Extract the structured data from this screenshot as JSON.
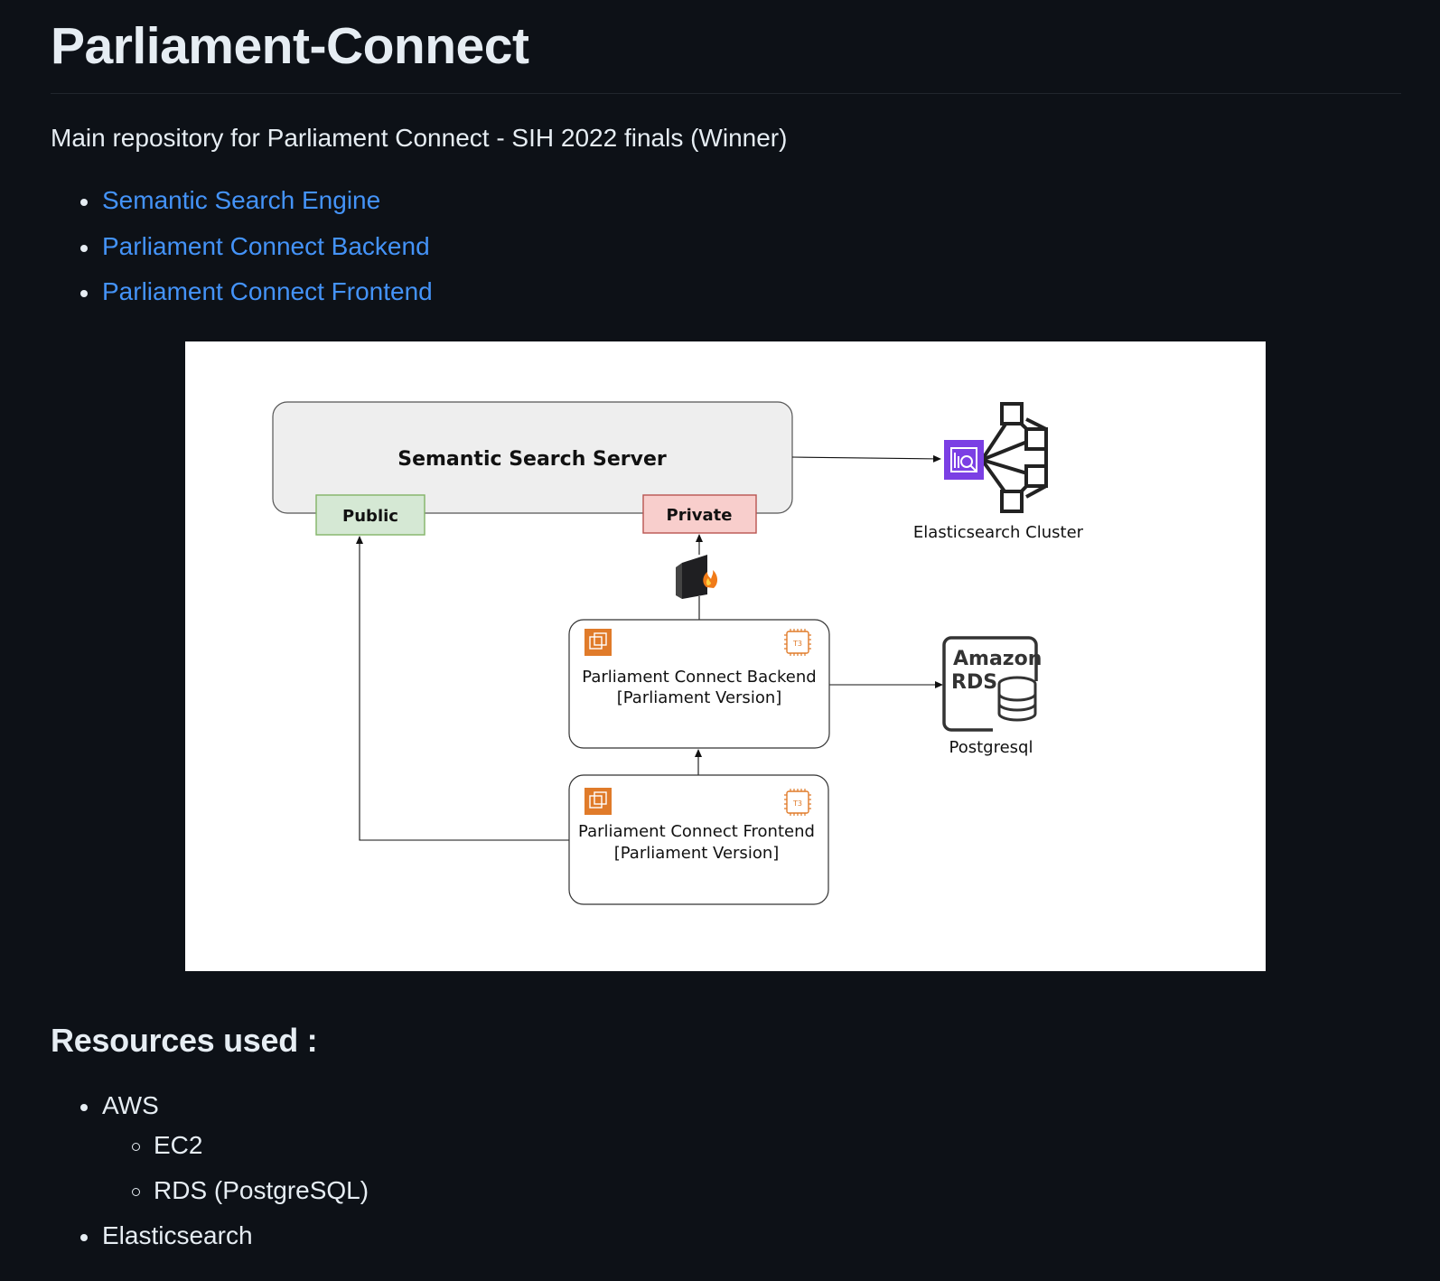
{
  "title": "Parliament-Connect",
  "description": "Main repository for Parliament Connect - SIH 2022 finals (Winner)",
  "links": [
    {
      "label": "Semantic Search Engine"
    },
    {
      "label": "Parliament Connect Backend"
    },
    {
      "label": "Parliament Connect Frontend"
    }
  ],
  "diagram": {
    "server_label": "Semantic Search Server",
    "public_label": "Public",
    "private_label": "Private",
    "elastic_label": "Elasticsearch Cluster",
    "backend_line1": "Parliament Connect Backend",
    "backend_line2": "[Parliament Version]",
    "frontend_line1": "Parliament Connect Frontend",
    "frontend_line2": "[Parliament Version]",
    "rds_line1": "Amazon",
    "rds_line2": "RDS",
    "rds_caption": "Postgresql",
    "chip_label": "T3",
    "colors": {
      "public_fill": "#d5e8d4",
      "public_stroke": "#82b366",
      "private_fill": "#f8cecc",
      "private_stroke": "#b85450",
      "ec2_orange": "#e07b2a",
      "elastic_purple": "#7b3fe4"
    }
  },
  "resources_heading": "Resources used :",
  "resources": {
    "aws": "AWS",
    "ec2": "EC2",
    "rds": "RDS (PostgreSQL)",
    "elastic": "Elasticsearch"
  }
}
